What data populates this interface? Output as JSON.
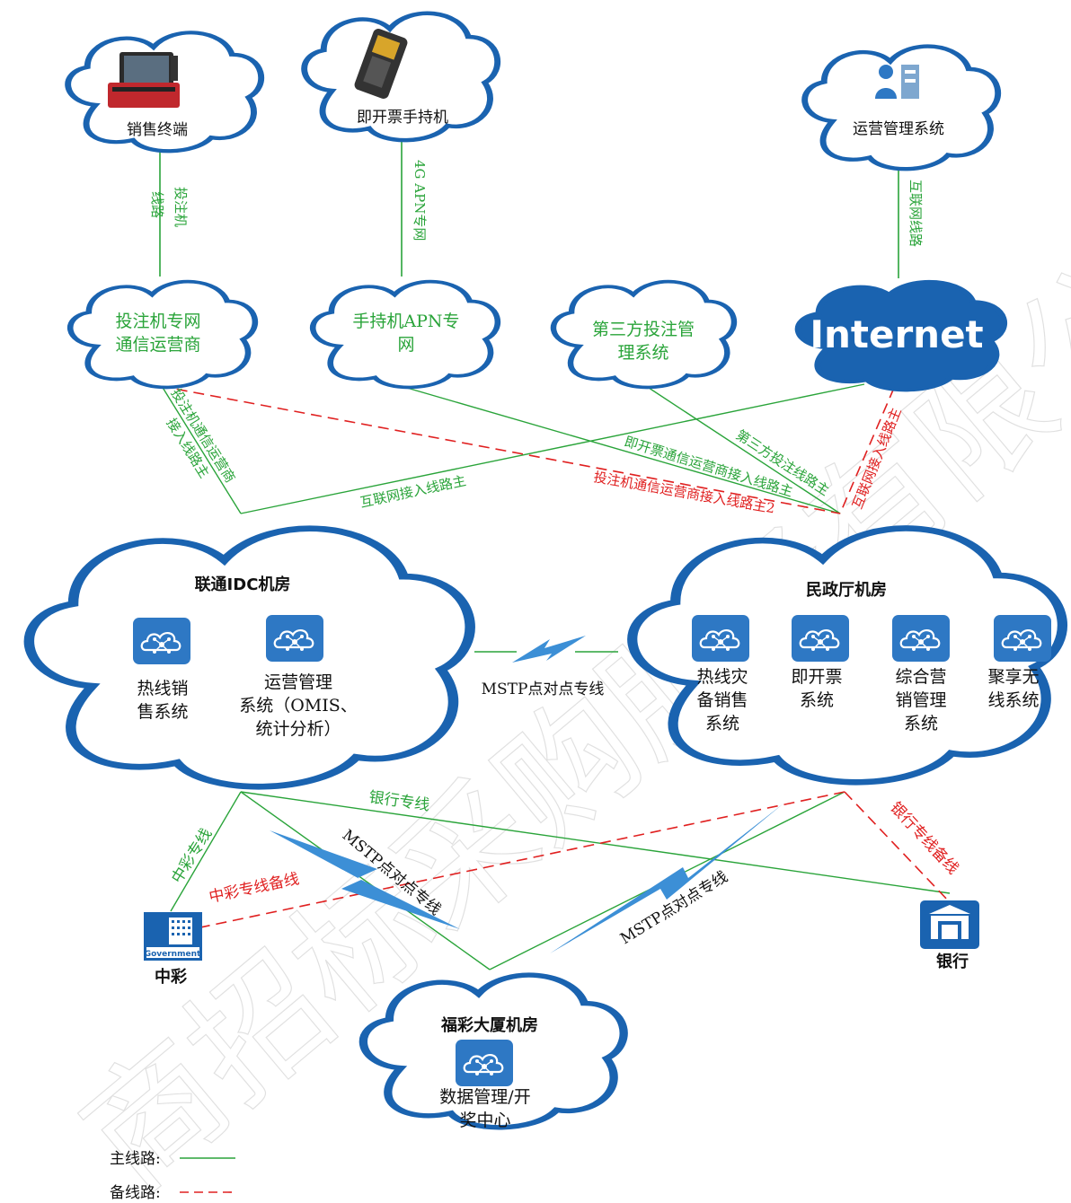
{
  "colors": {
    "primary": "#2aa43a",
    "backup": "#e02020",
    "cloud": "#1a63b0",
    "icon": "#2e78c4"
  },
  "endpoints": {
    "sales_terminal": "销售终端",
    "handheld": "即开票手持机",
    "ops_system": "运营管理系统"
  },
  "access_links": {
    "sales_link": [
      "投注机",
      "线路"
    ],
    "handheld_link": "4G APN专网",
    "internet_link": "互联网线路"
  },
  "carriers": {
    "betting_carrier": [
      "投注机专网",
      "通信运营商"
    ],
    "apn_carrier": [
      "手持机APN专",
      "网"
    ],
    "third_party": [
      "第三方投注管",
      "理系统"
    ],
    "internet": "Internet"
  },
  "cross_links": {
    "betting_access": [
      "投注机通信运营商",
      "接入线路主"
    ],
    "internet_access_main": "互联网接入线路主",
    "handheld_access": "即开票通信运营商接入线路主",
    "third_party_line": "第三方投注线路主",
    "betting_access_2": "投注机通信运营商接入线路主2",
    "internet_access_backup": "互联网接入线路主"
  },
  "rooms": {
    "unicom": {
      "title": "联通IDC机房",
      "systems": [
        {
          "icon": "cloud-network-icon",
          "lines": [
            "热线销",
            "售系统"
          ]
        },
        {
          "icon": "cloud-network-icon",
          "lines": [
            "运营管理",
            "系统（OMIS、",
            "统计分析）"
          ]
        }
      ]
    },
    "civil": {
      "title": "民政厅机房",
      "systems": [
        {
          "icon": "cloud-network-icon",
          "lines": [
            "热线灾",
            "备销售",
            "系统"
          ]
        },
        {
          "icon": "cloud-network-icon",
          "lines": [
            "即开票",
            "系统"
          ]
        },
        {
          "icon": "cloud-network-icon",
          "lines": [
            "综合营",
            "销管理",
            "系统"
          ]
        },
        {
          "icon": "cloud-network-icon",
          "lines": [
            "聚享无",
            "线系统"
          ]
        }
      ]
    },
    "fucai": {
      "title": "福彩大厦机房",
      "systems": [
        {
          "icon": "cloud-network-icon",
          "lines": [
            "数据管理/开",
            "奖中心"
          ]
        }
      ]
    }
  },
  "bottom_links": {
    "mstp_top": "MSTP点对点专线",
    "bank_line": "银行专线",
    "zhongcai_line": "中彩专线",
    "zhongcai_backup": "中彩专线备线",
    "bank_backup": "银行专线备线",
    "mstp_left": "MSTP点对点专线",
    "mstp_right": "MSTP点对点专线"
  },
  "sites": {
    "zhongcai": {
      "label": "中彩",
      "icon_text": "Government"
    },
    "bank": {
      "label": "银行"
    }
  },
  "legend": {
    "main": "主线路:",
    "backup": "备线路:"
  },
  "watermark": "商招标采购服务有限公司"
}
